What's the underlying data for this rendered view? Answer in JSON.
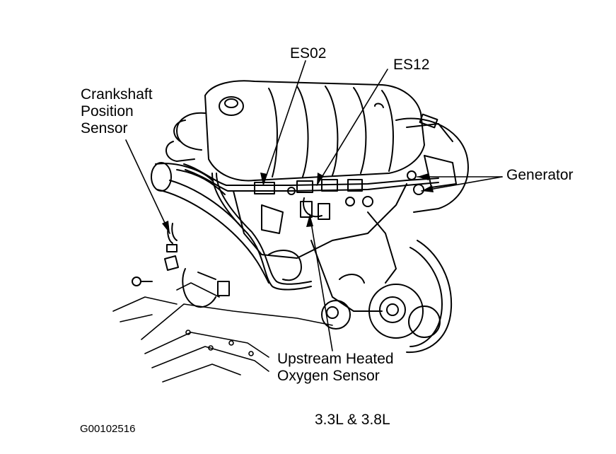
{
  "labels": {
    "es02": "ES02",
    "es12": "ES12",
    "crankshaft": [
      "Crankshaft",
      "Position",
      "Sensor"
    ],
    "generator": "Generator",
    "upstream": [
      "Upstream Heated",
      "Oxygen Sensor"
    ],
    "engine_size": "3.3L & 3.8L",
    "figure_id": "G00102516"
  },
  "colors": {
    "line": "#000000",
    "background": "#ffffff"
  }
}
